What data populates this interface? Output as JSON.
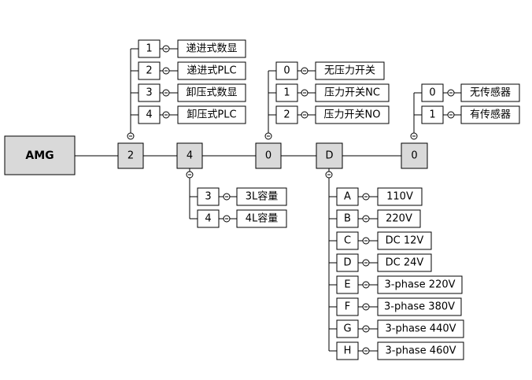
{
  "root": {
    "label": "AMG"
  },
  "positions": [
    {
      "code": "2",
      "options": [
        {
          "code": "1",
          "label": "递进式数显"
        },
        {
          "code": "2",
          "label": "递进式PLC"
        },
        {
          "code": "3",
          "label": "卸压式数显"
        },
        {
          "code": "4",
          "label": "卸压式PLC"
        }
      ]
    },
    {
      "code": "4",
      "options": [
        {
          "code": "3",
          "label": "3L容量"
        },
        {
          "code": "4",
          "label": "4L容量"
        }
      ]
    },
    {
      "code": "0",
      "options": [
        {
          "code": "0",
          "label": "无压力开关"
        },
        {
          "code": "1",
          "label": "压力开关NC"
        },
        {
          "code": "2",
          "label": "压力开关NO"
        }
      ]
    },
    {
      "code": "D",
      "options": [
        {
          "code": "A",
          "label": "110V"
        },
        {
          "code": "B",
          "label": "220V"
        },
        {
          "code": "C",
          "label": "DC 12V"
        },
        {
          "code": "D",
          "label": "DC 24V"
        },
        {
          "code": "E",
          "label": "3-phase 220V"
        },
        {
          "code": "F",
          "label": "3-phase 380V"
        },
        {
          "code": "G",
          "label": "3-phase 440V"
        },
        {
          "code": "H",
          "label": "3-phase 460V"
        }
      ]
    },
    {
      "code": "0",
      "options": [
        {
          "code": "0",
          "label": "无传感器"
        },
        {
          "code": "1",
          "label": "有传感器"
        }
      ]
    }
  ]
}
